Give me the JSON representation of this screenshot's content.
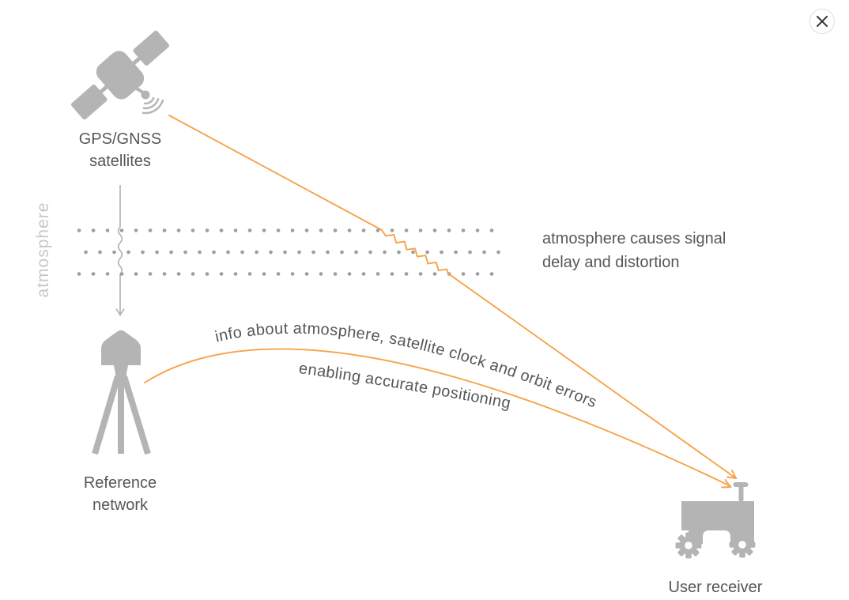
{
  "labels": {
    "satellites_line1": "GPS/GNSS",
    "satellites_line2": "satellites",
    "atmosphere_side": "atmosphere",
    "atmosphere_note_line1": "atmosphere causes signal",
    "atmosphere_note_line2": "delay and distortion",
    "reference_line1": "Reference",
    "reference_line2": "network",
    "user_receiver": "User receiver",
    "correction_info_line1": "info about atmosphere, satellite clock and orbit errors",
    "correction_info_line2": "enabling accurate positioning"
  },
  "icons": {
    "close": "close-icon",
    "satellite": "satellite-icon",
    "signal_waves": "radio-waves-icon",
    "reference_station": "surveying-tripod-icon",
    "user_receiver": "tractor-icon",
    "down_arrow": "down-arrow-icon"
  },
  "colors": {
    "accent_orange": "#F7A24A",
    "icon_gray": "#b4b4b4",
    "text_gray": "#57575a",
    "muted_label_gray": "#c7c7c7",
    "dot_gray": "#9e9e9e",
    "line_gray": "#b0b0b0",
    "close_x": "#3a3a3a",
    "close_border": "#dddddd"
  }
}
